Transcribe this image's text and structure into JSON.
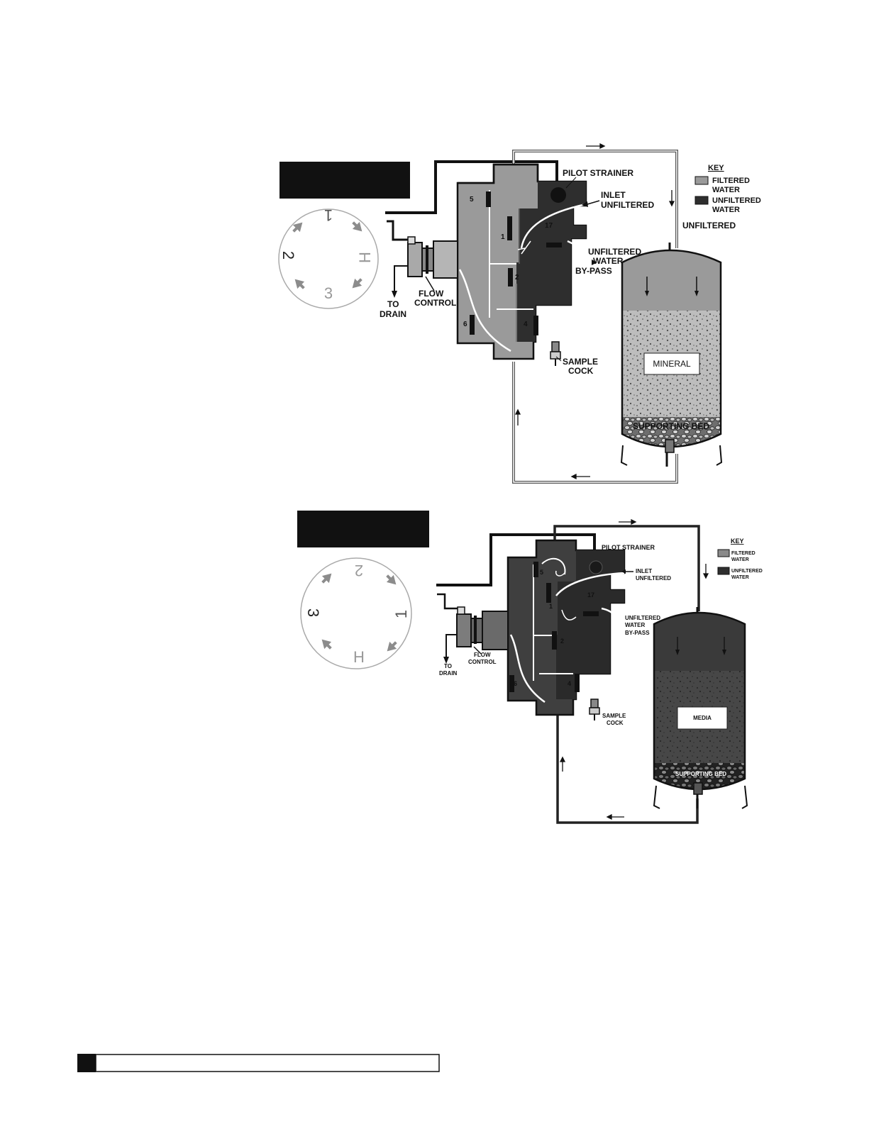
{
  "colors": {
    "filtered": "#9a9a9a",
    "unfiltered": "#2e2e2e",
    "mineral": "#b4b4b4",
    "media": "#3a3a3a",
    "dial_arrow": "#8c8c8c"
  },
  "diagram1": {
    "dial": {
      "top": "1",
      "right": "H",
      "bottom": "3",
      "left": "2"
    },
    "labels": {
      "pilot_strainer": "PILOT STRAINER",
      "inlet_1": "INLET",
      "inlet_2": "UNFILTERED",
      "bypass_1": "UNFILTERED",
      "bypass_2": "WATER",
      "bypass_3": "BY-PASS",
      "flow_1": "FLOW",
      "flow_2": "CONTROL",
      "drain_1": "TO",
      "drain_2": "DRAIN",
      "sample_1": "SAMPLE",
      "sample_2": "COCK",
      "tank_label": "MINERAL",
      "bed_label": "SUPPORTING BED",
      "tank_inlet": "UNFILTERED"
    },
    "ports": [
      "5",
      "1",
      "17",
      "2",
      "6",
      "4"
    ],
    "key": {
      "title": "KEY",
      "filtered_1": "FILTERED",
      "filtered_2": "WATER",
      "unfiltered_1": "UNFILTERED",
      "unfiltered_2": "WATER"
    }
  },
  "diagram2": {
    "dial": {
      "top": "2",
      "right": "1",
      "bottom": "H",
      "left": "3"
    },
    "labels": {
      "pilot_strainer": "PILOT STRAINER",
      "inlet_1": "INLET",
      "inlet_2": "UNFILTERED",
      "bypass_1": "UNFILTERED",
      "bypass_2": "WATER",
      "bypass_3": "BY-PASS",
      "flow_1": "FLOW",
      "flow_2": "CONTROL",
      "drain_1": "TO",
      "drain_2": "DRAIN",
      "sample_1": "SAMPLE",
      "sample_2": "COCK",
      "tank_label": "MEDIA",
      "bed_label": "SUPPORTING BED"
    },
    "ports": [
      "5",
      "1",
      "17",
      "2",
      "6",
      "4"
    ],
    "key": {
      "title": "KEY",
      "filtered_1": "FILTERED",
      "filtered_2": "WATER",
      "unfiltered_1": "UNFILTERED",
      "unfiltered_2": "WATER"
    }
  }
}
